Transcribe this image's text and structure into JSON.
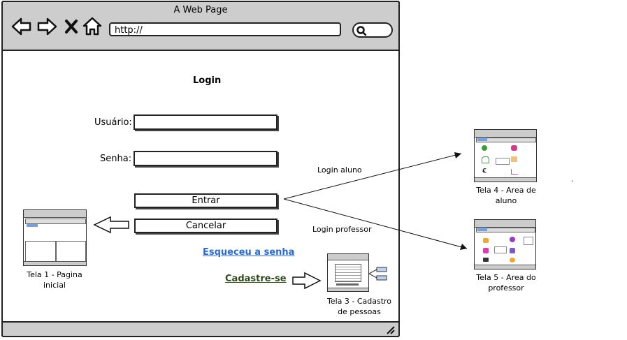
{
  "browser": {
    "title": "A Web Page",
    "url": "http://"
  },
  "login": {
    "title": "Login",
    "username_label": "Usuário:",
    "password_label": "Senha:",
    "submit_label": "Entrar",
    "cancel_label": "Cancelar",
    "forgot_link": "Esqueceu a senha",
    "signup_link": "Cadastre-se"
  },
  "annotations": {
    "student_login": "Login aluno",
    "teacher_login": "Login professor",
    "dot": "."
  },
  "screens": [
    {
      "caption_line1": "Tela 1 - Pagina",
      "caption_line2": "inicial"
    },
    {
      "caption_line1": "Tela 3 - Cadastro",
      "caption_line2": "de pessoas"
    },
    {
      "caption_line1": "Tela 4 - Area de",
      "caption_line2": "aluno"
    },
    {
      "caption_line1": "Tela 5 - Area do",
      "caption_line2": "professor"
    }
  ],
  "colors": {
    "chrome": "#cdcdcd",
    "link_blue": "#2d6bc9",
    "link_green": "#2d4a1a"
  }
}
